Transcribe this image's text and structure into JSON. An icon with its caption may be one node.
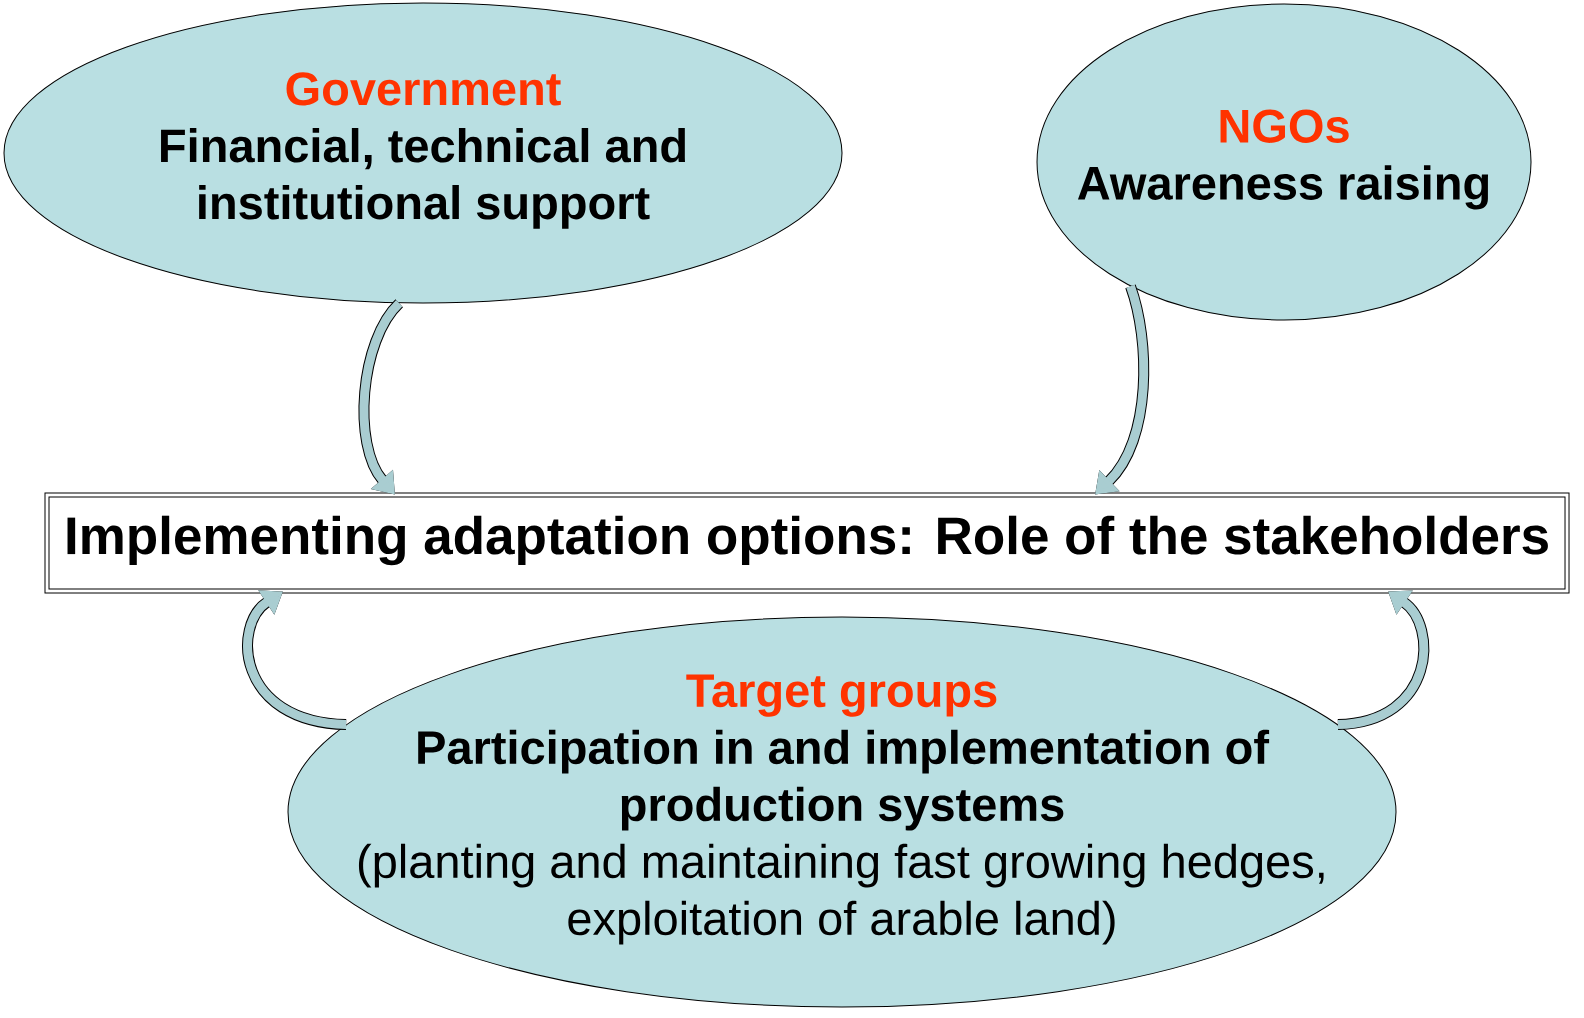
{
  "diagram": {
    "nodes": [
      {
        "text": [
          "Government",
          "Financial, technical and institutional support"
        ]
      },
      {
        "text": [
          "NGOs",
          "Awareness raising"
        ]
      },
      {
        "text": [
          "Implementing adaptation options: Role of the stakeholders"
        ]
      },
      {
        "text": [
          "Target groups",
          "Participation in and implementation of production systems",
          "(planting and maintaining fast growing hedges, exploitation of arable land)"
        ]
      }
    ],
    "edges": [
      {
        "from": 0,
        "to": 2,
        "arrow": "to"
      },
      {
        "from": 1,
        "to": 2,
        "arrow": "to"
      },
      {
        "from": 3,
        "to": 2,
        "arrow": "to"
      },
      {
        "from": 3,
        "to": 2,
        "arrow": "to"
      }
    ]
  }
}
